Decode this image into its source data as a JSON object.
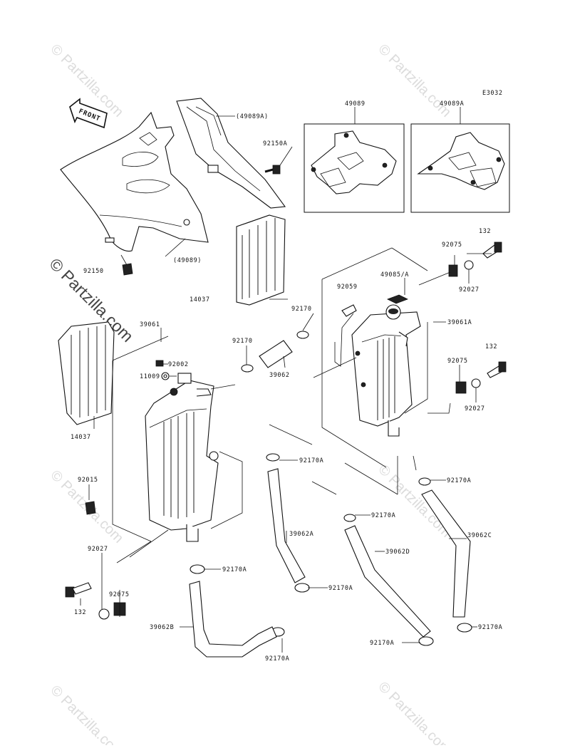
{
  "watermark": {
    "small": "© Partzilla.com",
    "big": "© Partzilla.com"
  },
  "diagram_code": "E3032",
  "front_label": "FRONT",
  "colors": {
    "ink": "#111111",
    "watermark_light": "#dcdcdc",
    "watermark_dark": "#444444"
  },
  "callouts": {
    "p49089a_paren": "(49089A)",
    "p92150a": "92150A",
    "p49089_box": "49089",
    "p49089a_box": "49089A",
    "p49089_paren": "(49089)",
    "p92150": "92150",
    "p14037_top": "14037",
    "p132_top": "132",
    "p92075_top": "92075",
    "p92027_top": "92027",
    "p49085a": "49085/A",
    "p92059": "92059",
    "p92170_top": "92170",
    "p39061a": "39061A",
    "p39061": "39061",
    "p92170_mid": "92170",
    "p92002": "92002",
    "p11009": "11009",
    "p39062": "39062",
    "p14037_left": "14037",
    "p132_mid": "132",
    "p92075_mid": "92075",
    "p92027_mid": "92027",
    "p92170a_1": "92170A",
    "p92015": "92015",
    "p92170a_2": "92170A",
    "p92170a_3": "92170A",
    "p39062a": "39062A",
    "p39062c": "39062C",
    "p39062d": "39062D",
    "p92027_bot": "92027",
    "p92170a_4": "92170A",
    "p92075_bot": "92075",
    "p92170a_5": "92170A",
    "p132_bot": "132",
    "p92170a_6": "92170A",
    "p39062b": "39062B",
    "p92170a_7": "92170A",
    "p92170a_8": "92170A"
  }
}
